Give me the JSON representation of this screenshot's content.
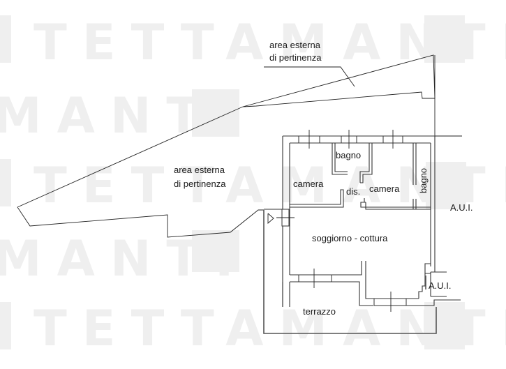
{
  "watermark": {
    "text_row_a": "TETTAMANTI",
    "text_row_b": "MANTI",
    "color": "#efefef"
  },
  "rooms": {
    "area_top": {
      "line1": "area esterna",
      "line2": "di pertinenza"
    },
    "area_left": {
      "line1": "area esterna",
      "line2": "di pertinenza"
    },
    "camera_1": "camera",
    "bagno_1": "bagno",
    "dis": "dis.",
    "camera_2": "camera",
    "bagno_2": "bagno",
    "aui_1": "A.U.I.",
    "soggiorno": "soggiorno - cottura",
    "aui_2": "A.U.I.",
    "terrazzo": "terrazzo"
  },
  "colors": {
    "line": "#333333",
    "background": "#ffffff"
  }
}
